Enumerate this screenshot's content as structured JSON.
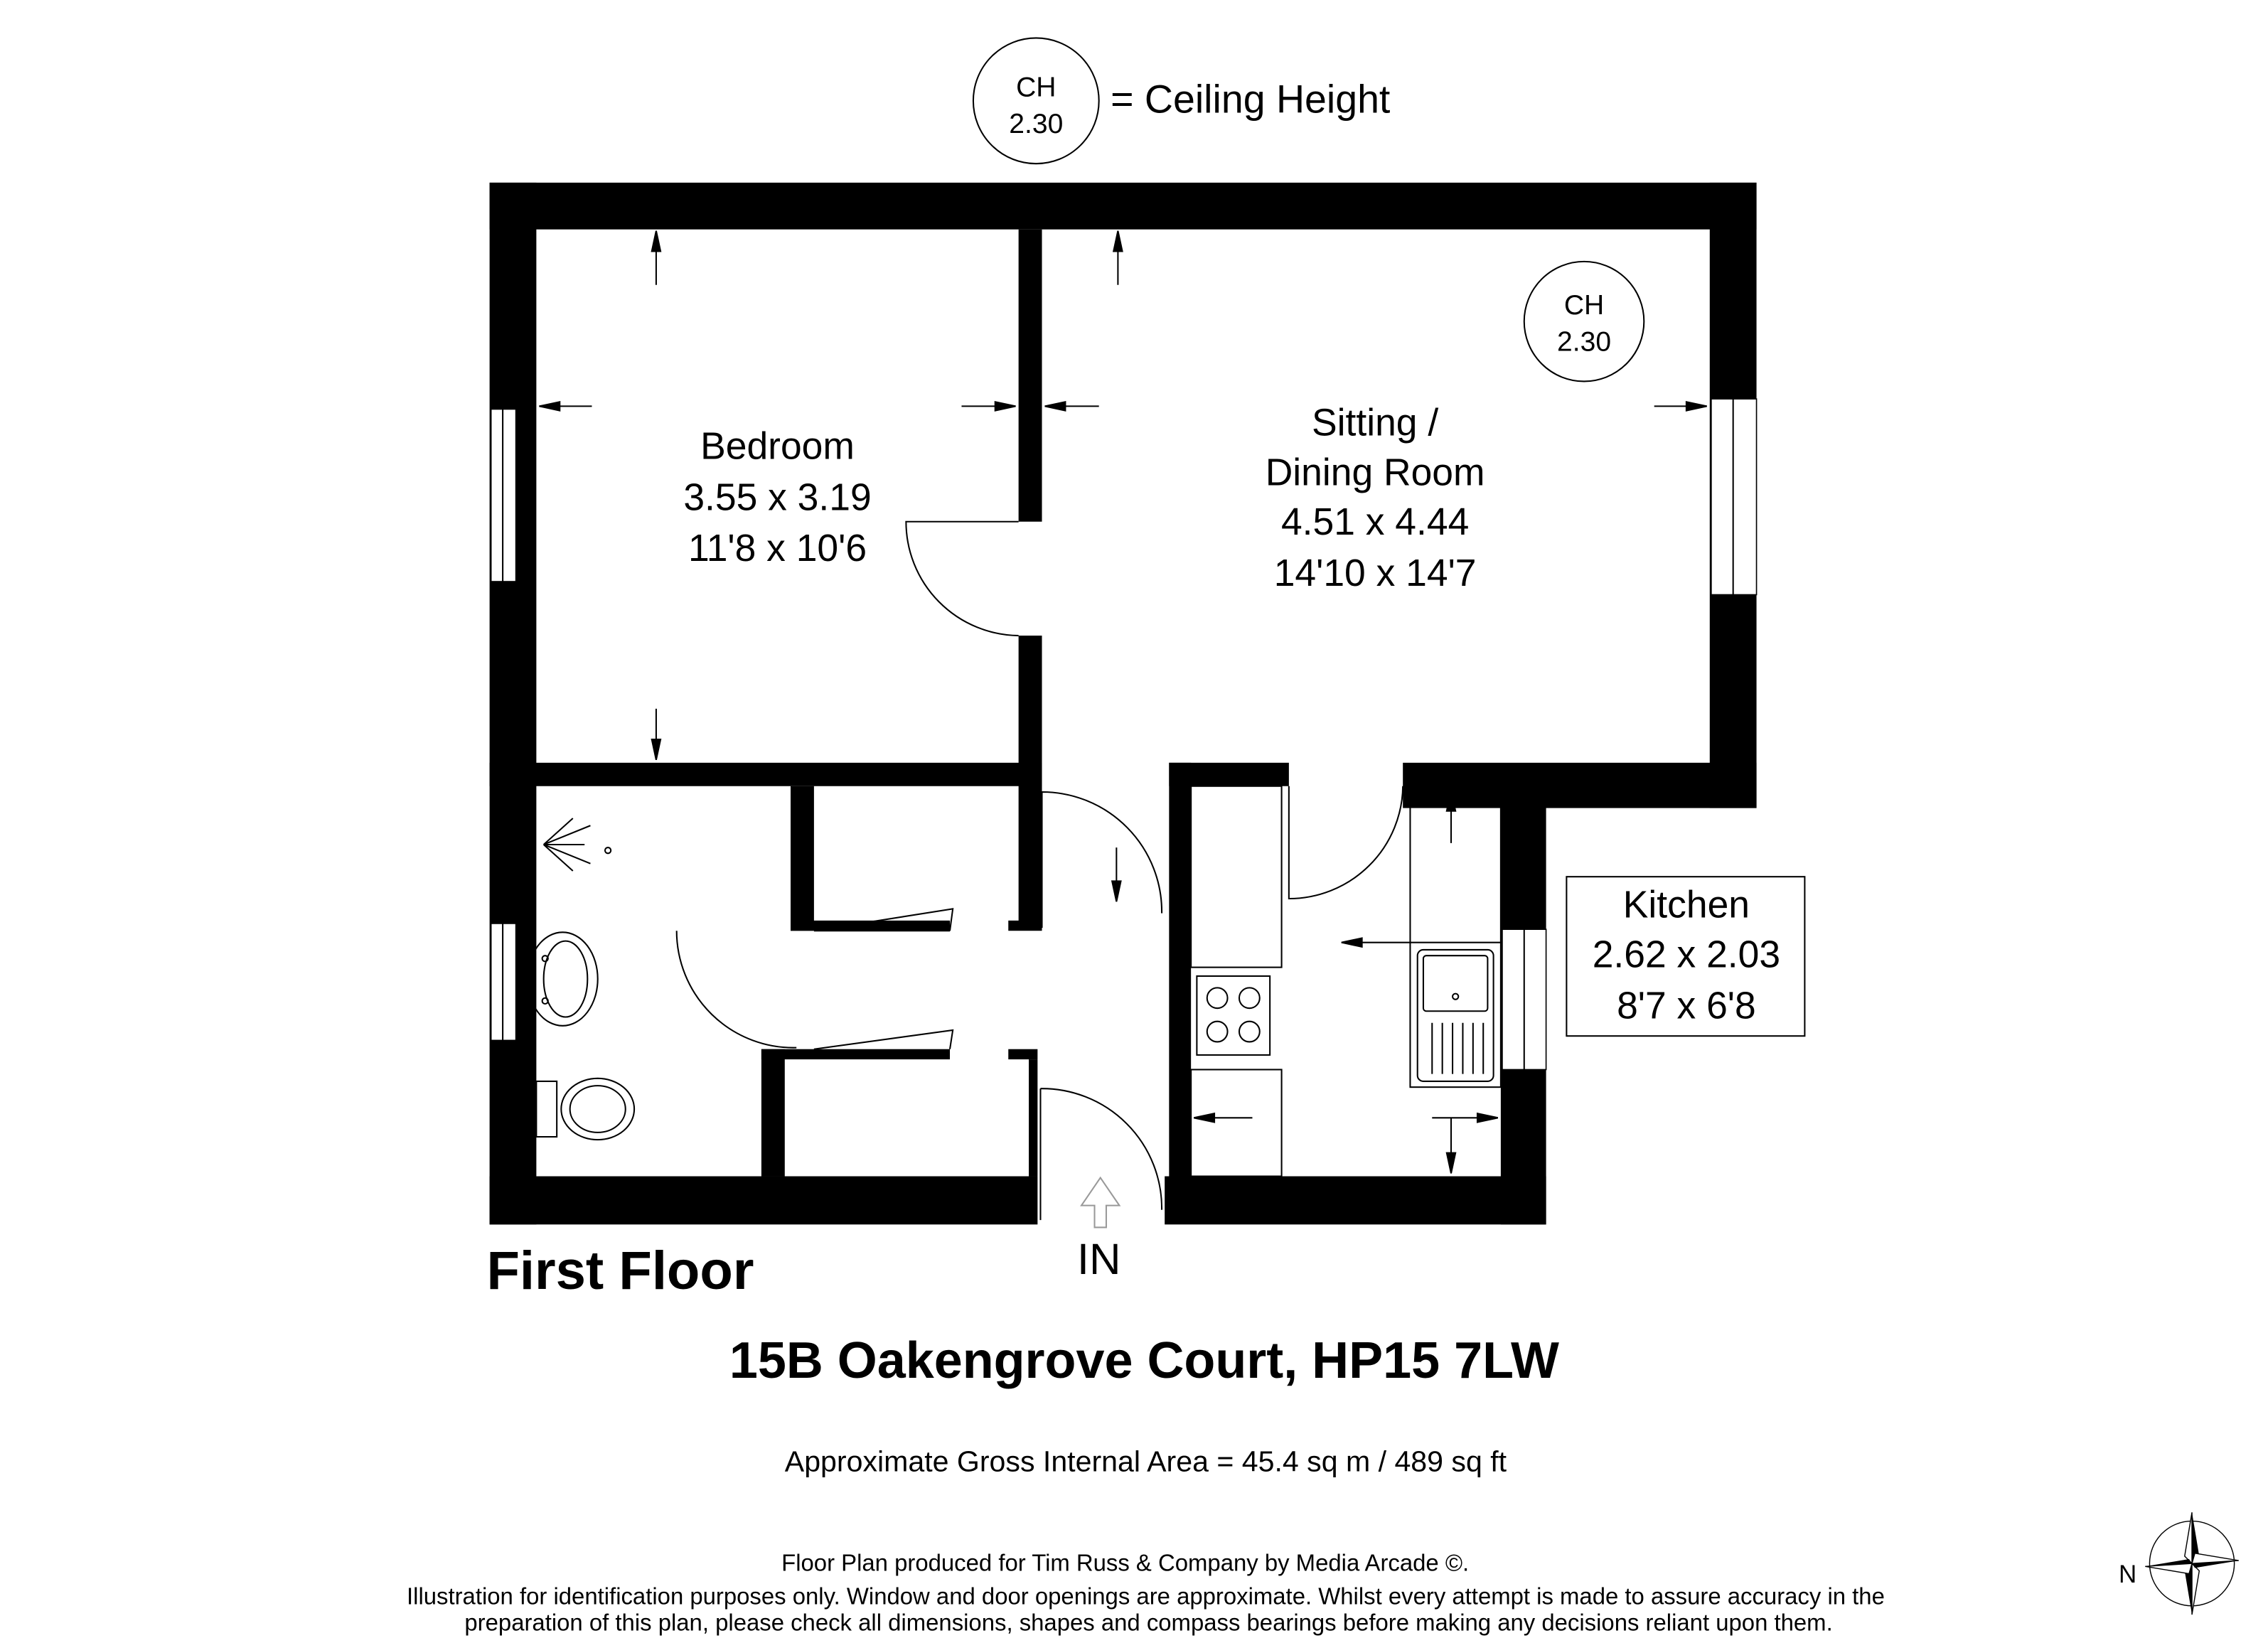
{
  "legend": {
    "ch_label": "CH",
    "ch_value": "2.30",
    "legend_text": "= Ceiling Height"
  },
  "rooms": {
    "bedroom": {
      "name": "Bedroom",
      "metric": "3.55 x 3.19",
      "imperial": "11'8 x 10'6"
    },
    "sitting": {
      "name_line1": "Sitting /",
      "name_line2": "Dining Room",
      "metric": "4.51 x 4.44",
      "imperial": "14'10 x 14'7",
      "ch_label": "CH",
      "ch_value": "2.30"
    },
    "kitchen": {
      "name": "Kitchen",
      "metric": "2.62 x 2.03",
      "imperial": "8'7 x 6'8"
    }
  },
  "entrance_label": "IN",
  "floor_label": "First Floor",
  "address": "15B Oakengrove Court, HP15 7LW",
  "area": "Approximate Gross Internal Area = 45.4 sq m / 489 sq ft",
  "footer": {
    "line1": "Floor Plan produced for Tim Russ & Company by Media Arcade ©.",
    "line2": "Illustration for identification purposes only. Window and door openings are approximate. Whilst every attempt is made to assure accuracy in the",
    "line3": "preparation of this plan, please check all dimensions, shapes and compass bearings before making any decisions reliant upon them."
  },
  "compass": {
    "label": "N"
  }
}
